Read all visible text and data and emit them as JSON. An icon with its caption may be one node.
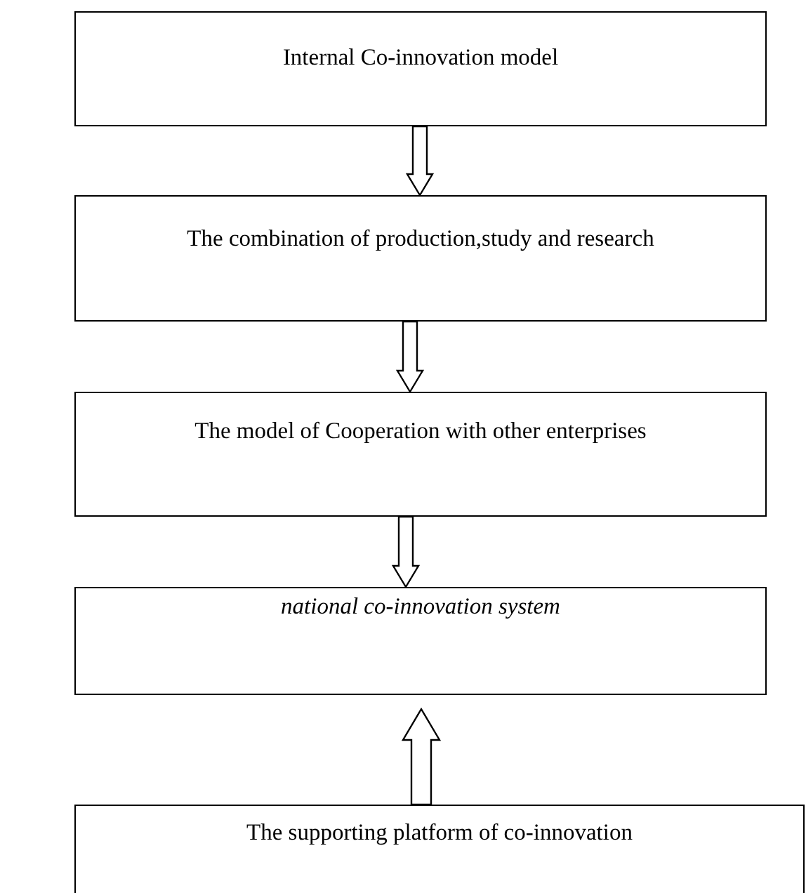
{
  "diagram": {
    "nodes": [
      {
        "text": [
          "Internal Co-innovation model"
        ]
      },
      {
        "text": [
          "The combination of production,study and research"
        ]
      },
      {
        "text": [
          "The model of Cooperation with other enterprises"
        ]
      },
      {
        "text": [
          "national co-innovation system"
        ]
      },
      {
        "text": [
          "The supporting platform of co-innovation"
        ]
      }
    ],
    "edges": [
      {
        "from": 0,
        "to": 1,
        "arrow": "to"
      },
      {
        "from": 1,
        "to": 2,
        "arrow": "to"
      },
      {
        "from": 2,
        "to": 3,
        "arrow": "to"
      },
      {
        "from": 4,
        "to": 3,
        "arrow": "to",
        "style": "thick"
      }
    ]
  }
}
